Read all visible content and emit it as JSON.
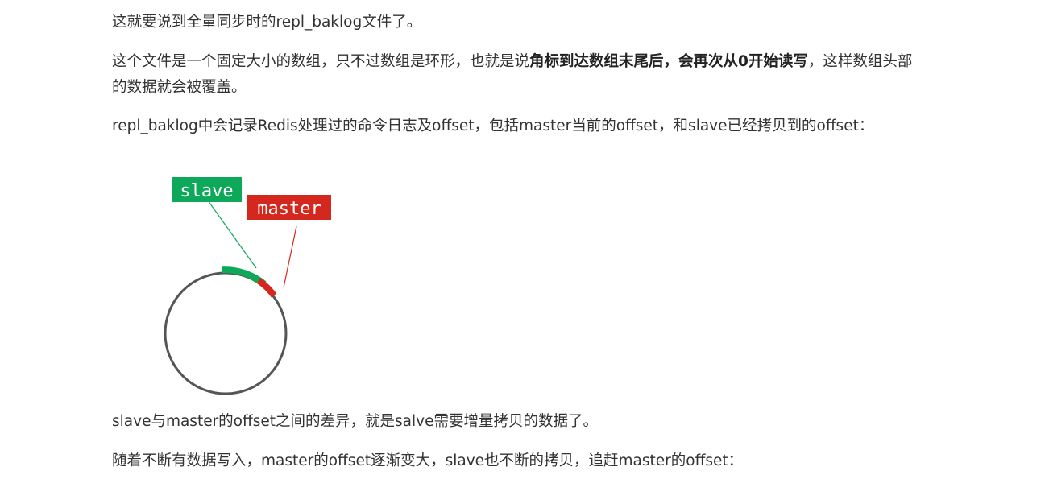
{
  "paragraphs": {
    "p1": "这就要说到全量同步时的repl_baklog文件了。",
    "p2_before": "这个文件是一个固定大小的数组，只不过数组是环形，也就是说",
    "p2_bold": "角标到达数组末尾后，会再次从0开始读写",
    "p2_after": "，这样数组头部的数据就会被覆盖。",
    "p3": "repl_baklog中会记录Redis处理过的命令日志及offset，包括master当前的offset，和slave已经拷贝到的offset：",
    "p4": "slave与master的offset之间的差异，就是salve需要增量拷贝的数据了。",
    "p5": "随着不断有数据写入，master的offset逐渐变大，slave也不断的拷贝，追赶master的offset："
  },
  "diagram": {
    "slave_label": "slave",
    "master_label": "master",
    "colors": {
      "slave": "#0ea85a",
      "master": "#d4281e",
      "ring": "#555555"
    }
  }
}
